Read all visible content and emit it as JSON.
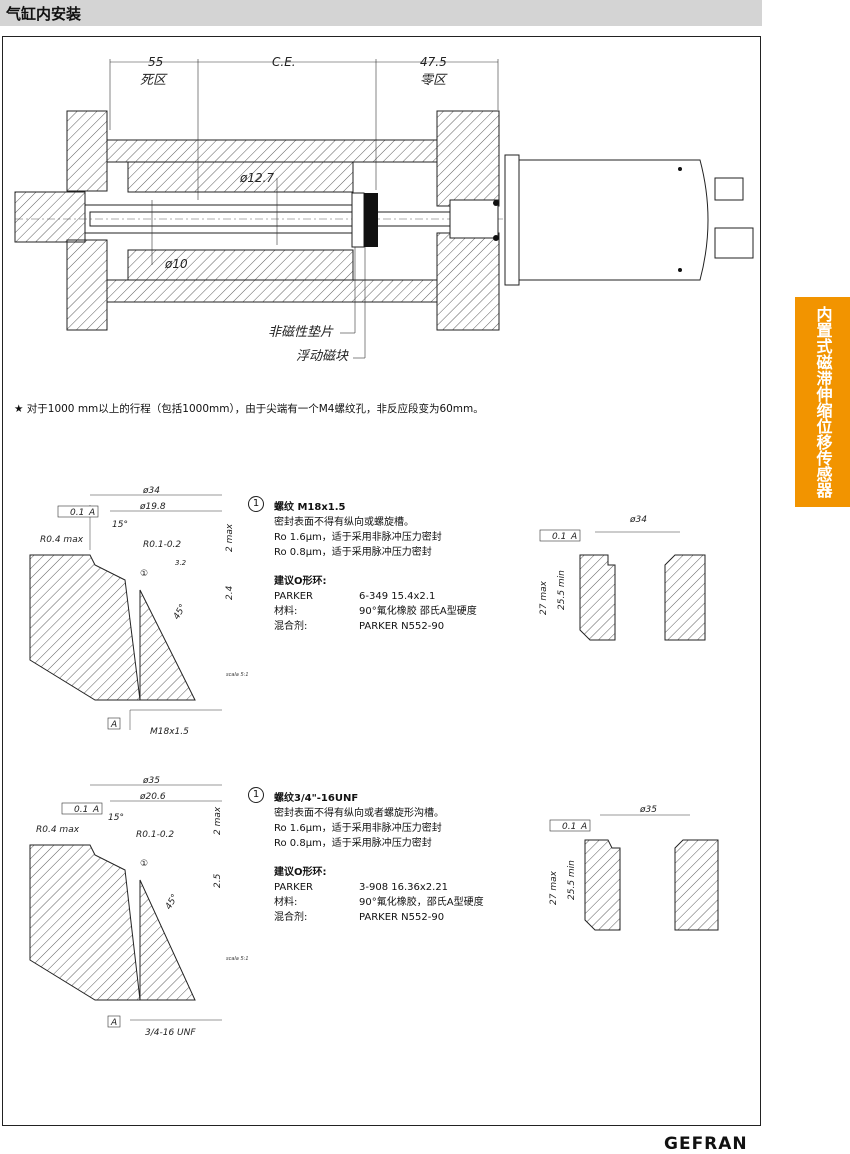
{
  "header": {
    "title": "气缸内安装"
  },
  "side_tab": {
    "text": "内置式磁滞伸缩位移传感器"
  },
  "brand": "GEFRAN",
  "top_drawing": {
    "dim_dead": "55",
    "dim_dead_label": "死区",
    "dim_ce": "C.E.",
    "dim_null": "47.5",
    "dim_null_label": "零区",
    "dia_127": "ø12.7",
    "dia_10": "ø10",
    "label_spacer": "非磁性垫片",
    "label_magnet": "浮动磁块"
  },
  "note": "对于1000 mm以上的行程（包括1000mm），由于尖端有一个M4螺纹孔，非反应段变为60mm。",
  "note_star": "★",
  "detail1": {
    "d34": "ø34",
    "d198": "ø19.8",
    "tol": "0.1",
    "datum": "A",
    "r04": "R0.4 max",
    "r01": "R0.1-0.2",
    "deg15": "15°",
    "max2": "2 max",
    "d24": "2.4",
    "deg45": "45°",
    "thread": "M18x1.5",
    "rough": "3.2",
    "scale": "scala 5:1",
    "circle": "①"
  },
  "spec1": {
    "num": "1",
    "title": "螺纹 M18x1.5",
    "line1": "密封表面不得有纵向或螺旋槽。",
    "line2": "Ro 1.6μm，适于采用非脉冲压力密封",
    "line3": "Ro 0.8μm，适于采用脉冲压力密封",
    "oring": "建议O形环:",
    "rows": [
      {
        "k": "PARKER",
        "v": "6-349 15.4x2.1"
      },
      {
        "k": "材料:",
        "v": "90°氟化橡胶 邵氏A型硬度"
      },
      {
        "k": "混合剂:",
        "v": "PARKER N552-90"
      }
    ]
  },
  "bore1": {
    "d": "ø34",
    "tol": "0.1",
    "datum": "A",
    "h27": "27 max",
    "h255": "25.5 min"
  },
  "detail2": {
    "d35": "ø35",
    "d206": "ø20.6",
    "tol": "0.1",
    "datum": "A",
    "r04": "R0.4 max",
    "r01": "R0.1-0.2",
    "deg15": "15°",
    "max2": "2 max",
    "d25": "2.5",
    "deg45": "45°",
    "thread": "3/4-16 UNF",
    "scale": "scala 5:1",
    "circle": "①"
  },
  "spec2": {
    "num": "1",
    "title": "螺纹3/4\"-16UNF",
    "line1": "密封表面不得有纵向或者螺旋形沟槽。",
    "line2": "Ro 1.6μm，适于采用非脉冲压力密封",
    "line3": "Ro 0.8μm，适于采用脉冲压力密封",
    "oring": "建议O形环:",
    "rows": [
      {
        "k": "PARKER",
        "v": "3-908 16.36x2.21"
      },
      {
        "k": "材料:",
        "v": "90°氟化橡胶，邵氏A型硬度"
      },
      {
        "k": "混合剂:",
        "v": "PARKER N552-90"
      }
    ]
  },
  "bore2": {
    "d": "ø35",
    "tol": "0.1",
    "datum": "A",
    "h27": "27 max",
    "h255": "25.5 min"
  }
}
